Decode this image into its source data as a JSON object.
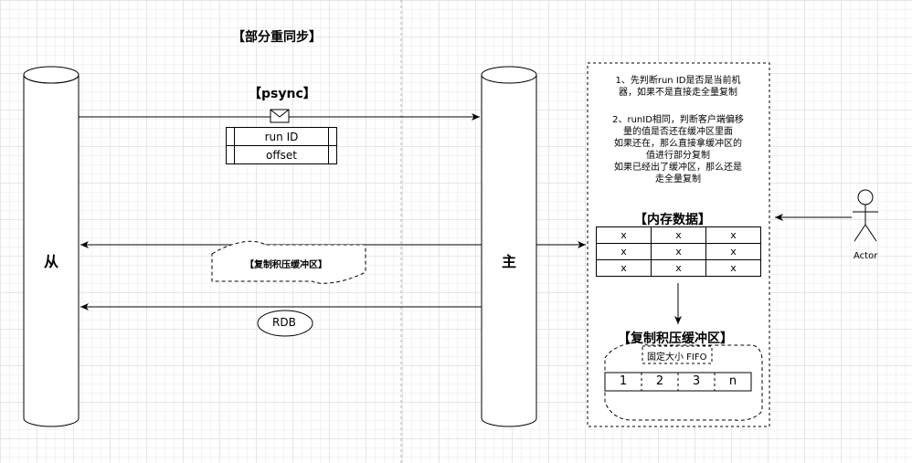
{
  "title": "【部分重同步】",
  "slave": {
    "label": "从"
  },
  "master": {
    "label": "主"
  },
  "psync": {
    "label": "【psync】",
    "fields": [
      "run ID",
      "offset"
    ]
  },
  "buffer_message": {
    "label": "【复制积压缓冲区】"
  },
  "rdb_message": {
    "label": "RDB"
  },
  "notes": {
    "note1": [
      "1、先判断run ID是否是当前机",
      "器，如果不是直接走全量复制"
    ],
    "note2": [
      "2、runID相同，判断客户端偏移",
      "量的值是否还在缓冲区里面",
      "如果还在，那么直接拿缓冲区的",
      "值进行部分复制",
      "如果已经出了缓冲区，那么还是",
      "走全量复制"
    ]
  },
  "memory": {
    "title": "【内存数据】",
    "rows": [
      [
        "x",
        "x",
        "x"
      ],
      [
        "x",
        "x",
        "x"
      ],
      [
        "x",
        "x",
        "x"
      ]
    ]
  },
  "backlog": {
    "title": "【复制积压缓冲区】",
    "fixed_label": "固定大小 FIFO",
    "cells": [
      "1",
      "2",
      "3",
      "n"
    ]
  },
  "actor": {
    "label": "Actor"
  }
}
